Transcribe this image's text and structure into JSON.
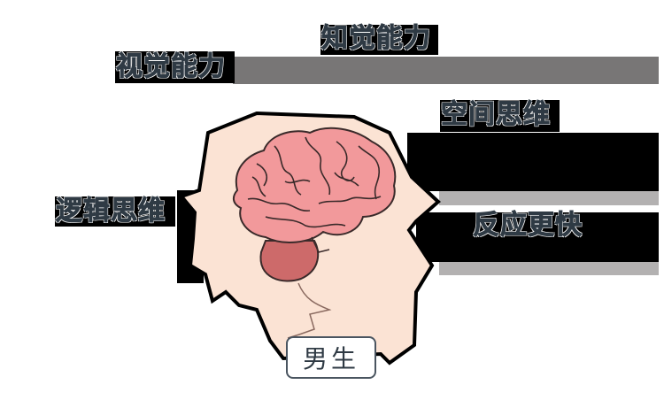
{
  "labels": {
    "perception": "知觉能力",
    "visual": "视觉能力",
    "spatial": "空间思维",
    "logic": "逻辑思维",
    "reaction": "反应更快"
  },
  "badge": "男生",
  "colors": {
    "skin": "#fbe3d4",
    "brain": "#f2999b",
    "cerebellum": "#cd6a6a",
    "outline": "#3a2a2a",
    "bar_dark_gray": "#787676",
    "bar_light_gray": "#b3b1b1"
  }
}
